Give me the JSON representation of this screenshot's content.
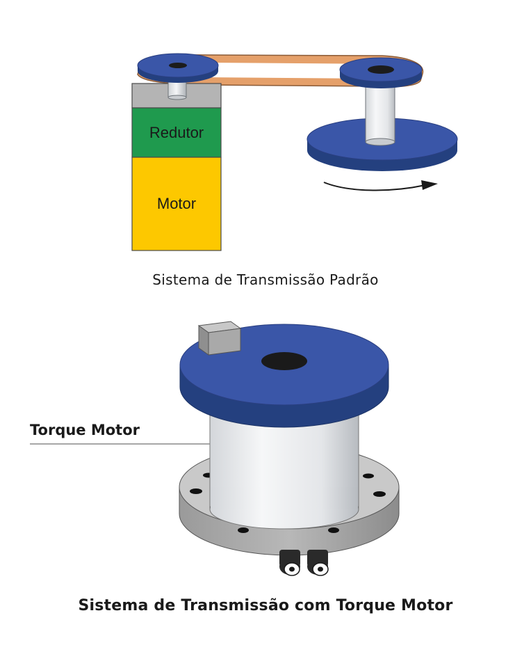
{
  "labels": {
    "reducer": "Redutor",
    "motor": "Motor",
    "torque_motor_callout": "Torque Motor"
  },
  "captions": {
    "standard": "Sistema de Transmissão Padrão",
    "torque": "Sistema de Transmissão com Torque Motor"
  },
  "colors": {
    "disk_blue": "#3a56a8",
    "disk_blue_side": "#24407f",
    "belt_orange": "#e5a06a",
    "reducer_green": "#1f9a4e",
    "motor_yellow": "#fdc800",
    "housing_gray": "#b4b4b4",
    "shaft_light": "#e9ebee"
  },
  "icons": {
    "rotation": "rotation-arrow-icon",
    "connectors": "cable-connector-icon"
  }
}
